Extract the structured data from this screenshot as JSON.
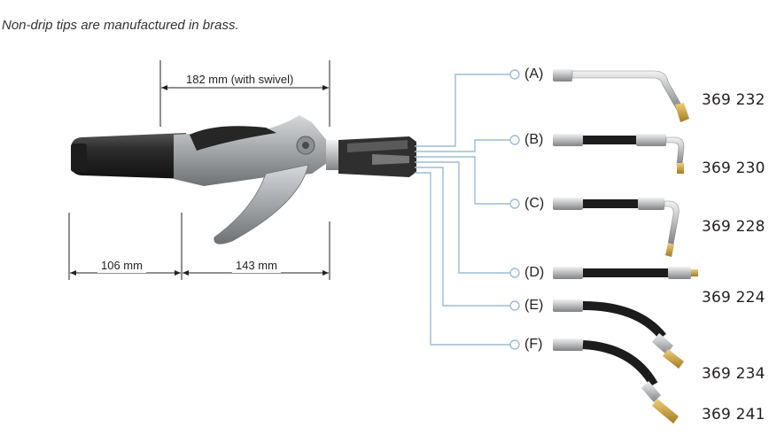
{
  "intro": "Non-drip tips are manufactured in brass.",
  "dimensions": {
    "swivel": "182 mm (with swivel)",
    "grip": "106 mm",
    "body": "143 mm"
  },
  "options": [
    {
      "label": "(A)",
      "part_number": "369 232",
      "shape": "rigid-bent-tube"
    },
    {
      "label": "(B)",
      "part_number": "369 230",
      "shape": "hose-with-bent-tube"
    },
    {
      "label": "(C)",
      "part_number": "369 228",
      "shape": "hose-with-bent-tube"
    },
    {
      "label": "(D)",
      "part_number": "369 224",
      "shape": "straight-hose"
    },
    {
      "label": "(E)",
      "part_number": "369 234",
      "shape": "flexible-hose"
    },
    {
      "label": "(F)",
      "part_number": "369 241",
      "shape": "flexible-hose"
    }
  ],
  "colors": {
    "connector_line": "#9fbbd6",
    "grip": "#2a2a2a",
    "body": "#a5a8ab",
    "brass": "#c9a24a"
  }
}
